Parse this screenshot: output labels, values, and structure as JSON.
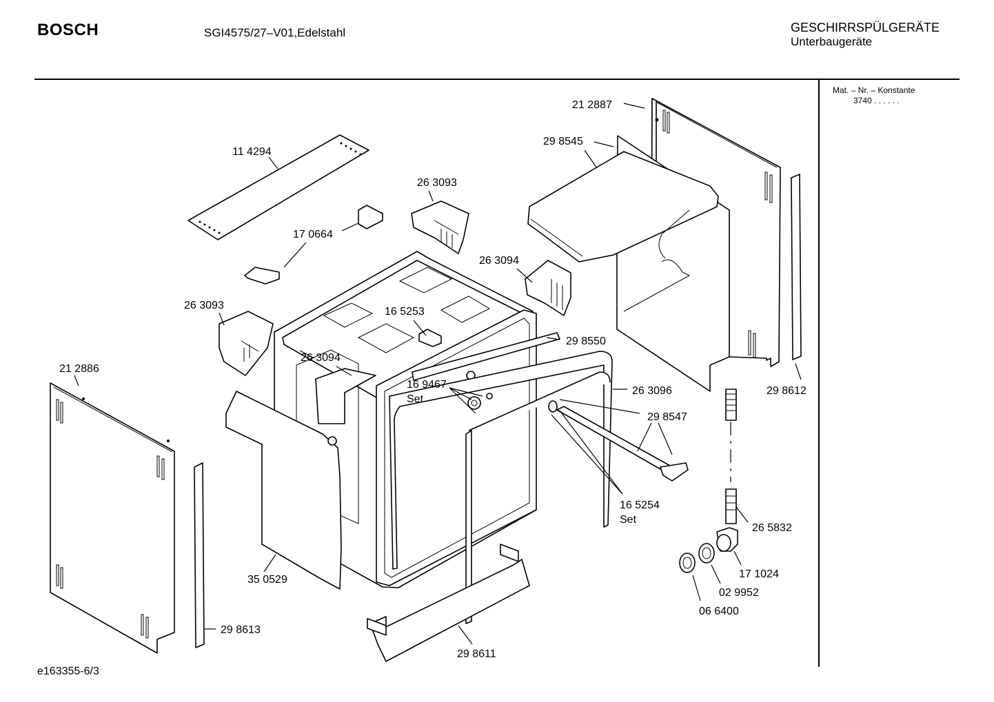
{
  "header": {
    "brand": "BOSCH",
    "model": "SGI4575/27–V01,Edelstahl",
    "category_line1": "GESCHIRRSPÜLGERÄTE",
    "category_line2": "Unterbaugeräte"
  },
  "side_panel": {
    "mat_label": "Mat. – Nr. – Konstante",
    "mat_value": "3740  .  .  .  .  .  ."
  },
  "footer": {
    "doc_id": "e163355-6/3"
  },
  "parts": {
    "p212887": "21 2887",
    "p298545": "29 8545",
    "p114294": "11 4294",
    "p263093a": "26 3093",
    "p170664": "17 0664",
    "p263094a": "26 3094",
    "p263093b": "26 3093",
    "p165253": "16 5253",
    "p298550": "29 8550",
    "p263094b": "26 3094",
    "p212886": "21 2886",
    "p169467": "16 9467",
    "p169467set": "Set",
    "p263096": "26 3096",
    "p298612": "29 8612",
    "p298547": "29 8547",
    "p165254": "16 5254",
    "p165254set": "Set",
    "p265832": "26 5832",
    "p350529": "35 0529",
    "p171024": "17 1024",
    "p029952": "02 9952",
    "p298613": "29 8613",
    "p066400": "06 6400",
    "p298611": "29 8611"
  }
}
